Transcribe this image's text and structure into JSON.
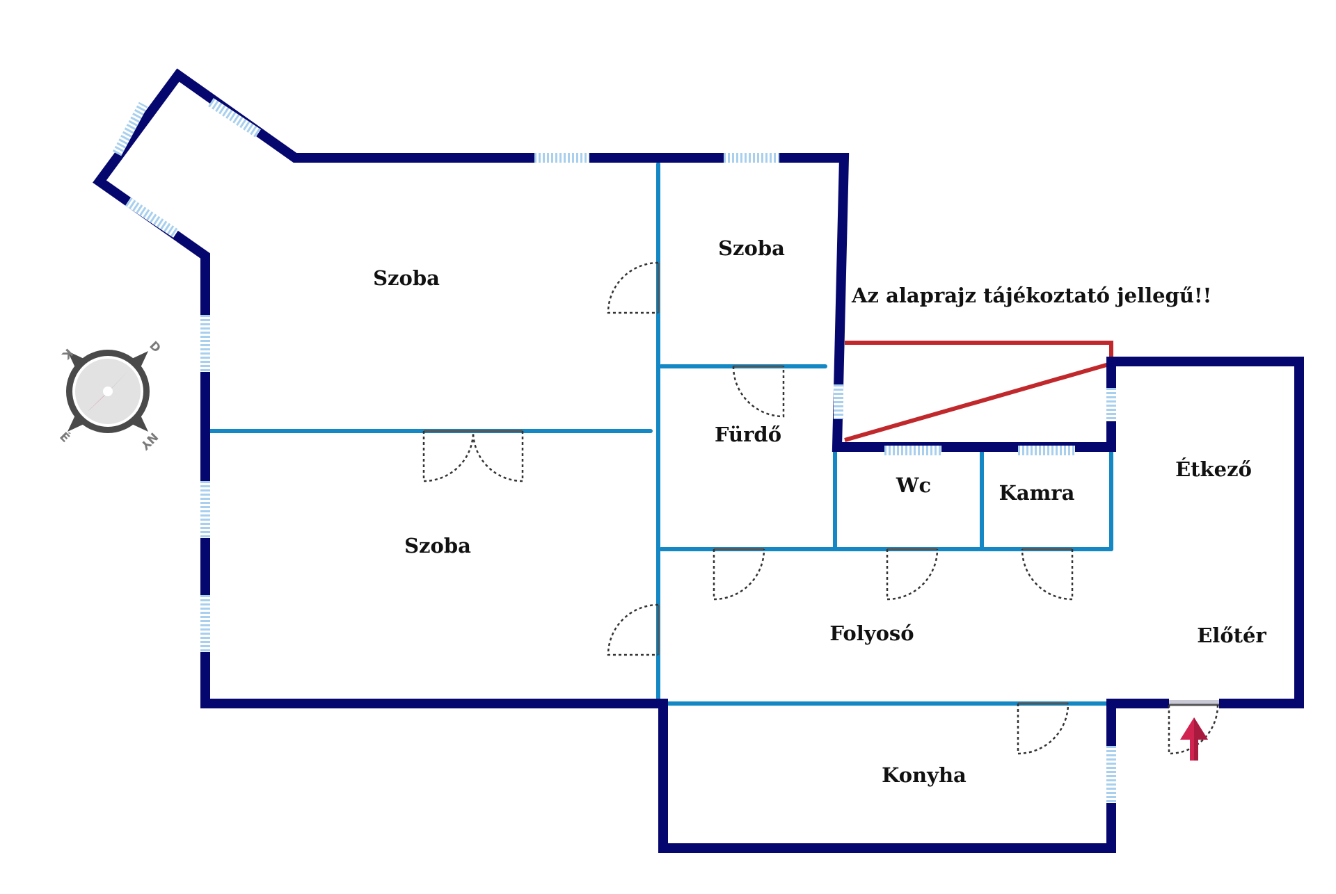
{
  "rooms": {
    "szoba_big": "Szoba",
    "szoba_small": "Szoba",
    "szoba_lower": "Szoba",
    "furdo": "Fürdő",
    "wc": "Wc",
    "kamra": "Kamra",
    "etkezo": "Étkező",
    "folyoso": "Folyosó",
    "eloter": "Előtér",
    "konyha": "Konyha"
  },
  "note": "Az alaprajz tájékoztató jellegű!!",
  "compass": {
    "north_letter": "É",
    "east_letter": "K",
    "south_letter": "D",
    "west_letter": "NY",
    "needle_colors": {
      "south": "#c8234e",
      "north": "#9a9a9a"
    }
  },
  "colors": {
    "outer_wall": "#06076e",
    "inner_wall": "#1488c4",
    "window": "#a8d0ee",
    "balcony": "#c0282c",
    "entrance_arrow": "#d0234f"
  },
  "icons": {
    "compass": "compass-icon",
    "entrance": "entrance-arrow-icon"
  }
}
